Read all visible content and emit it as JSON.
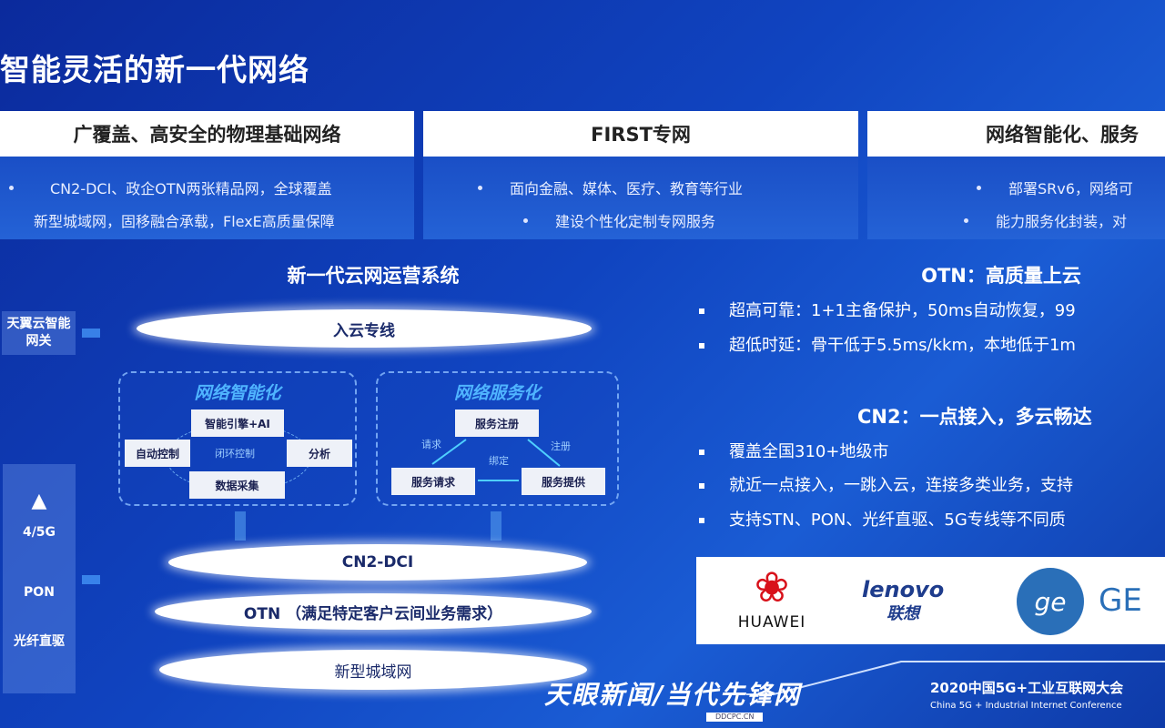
{
  "title": "智能灵活的新一代网络",
  "cards": [
    {
      "header": "广覆盖、高安全的物理基础网络",
      "bullets": [
        "CN2-DCI、政企OTN两张精品网，全球覆盖",
        "新型城域网，固移融合承载，FlexE高质量保障"
      ]
    },
    {
      "header": "FIRST专网",
      "bullets": [
        "面向金融、媒体、医疗、教育等行业",
        "建设个性化定制专网服务"
      ]
    },
    {
      "header": "网络智能化、服务",
      "bullets": [
        "部署SRv6，网络可",
        "能力服务化封装，对"
      ]
    }
  ],
  "diagram": {
    "title": "新一代云网运营系统",
    "gateway": "天翼云智能网关",
    "access": {
      "tower_label": "4/5G",
      "pon": "PON",
      "fiber": "光纤直驱"
    },
    "clouds": {
      "top": "入云专线",
      "cn2": "CN2-DCI",
      "otn": "OTN （满足特定客户云间业务需求）",
      "metro": "新型城域网"
    },
    "intel": {
      "title": "网络智能化",
      "engine": "智能引擎+AI",
      "auto": "自动控制",
      "loop": "闭环控制",
      "analysis": "分析",
      "collect": "数据采集"
    },
    "service": {
      "title": "网络服务化",
      "register": "服务注册",
      "request": "服务请求",
      "provide": "服务提供",
      "req_label": "请求",
      "reg_label": "注册",
      "bind_label": "绑定"
    }
  },
  "right": {
    "otn_heading": "OTN：高质量上云",
    "otn_bullets": [
      "超高可靠：1+1主备保护，50ms自动恢复，99",
      "超低时延：骨干低于5.5ms/kkm，本地低于1m"
    ],
    "cn2_heading": "CN2：一点接入，多云畅达",
    "cn2_bullets": [
      "覆盖全国310+地级市",
      "就近一点接入，一跳入云，连接多类业务，支持",
      "支持STN、PON、光纤直驱、5G专线等不同质"
    ]
  },
  "logos": {
    "huawei": "HUAWEI",
    "lenovo": "lenovo",
    "lenovo_cn": "联想",
    "ge": "GE"
  },
  "footer": {
    "watermark": "天眼新闻/当代先锋网",
    "watermark_url": "DDCPC.CN",
    "conf_cn": "2020中国5G+工业互联网大会",
    "conf_en": "China 5G + Industrial Internet Conference"
  },
  "colors": {
    "background": "#1044c0",
    "accent": "#4fb4ff",
    "huawei_red": "#d8111a",
    "lenovo_blue": "#1e3c8c",
    "ge_blue": "#2a6fb8"
  }
}
